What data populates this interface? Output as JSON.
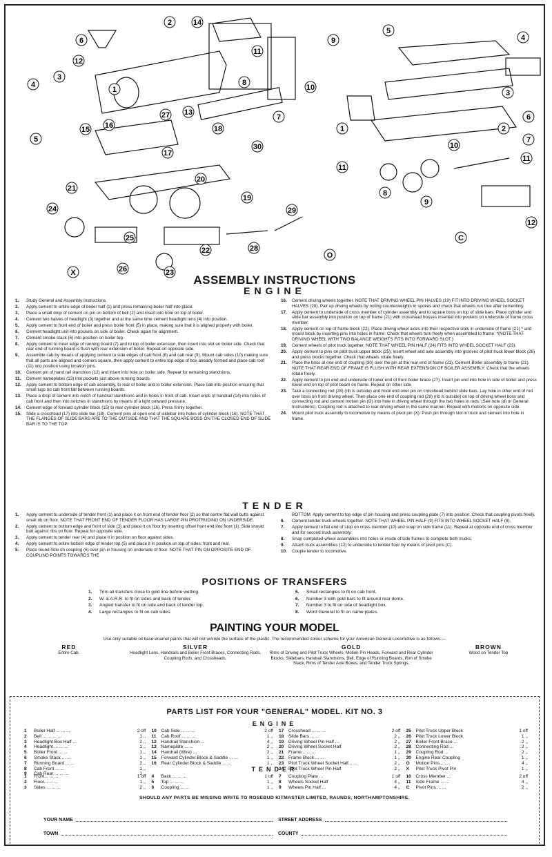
{
  "title": "ASSEMBLY INSTRUCTIONS",
  "engine_heading": "ENGINE",
  "engine_left": [
    {
      "n": "1.",
      "t": "Study General and Assembly Instructions."
    },
    {
      "n": "2.",
      "t": "Apply cement to entire edge of boiler half (1) and press remaining boiler half into place."
    },
    {
      "n": "3.",
      "t": "Place a small drop of cement on pin on bottom of bell (2) and insert into hole on top of boiler."
    },
    {
      "n": "4.",
      "t": "Cement two halves of headlight (3) together and at the same time cement headlight lens (4) into position."
    },
    {
      "n": "5.",
      "t": "Apply cement to front end of boiler and press boiler front (5) in place, making sure that it is aligned properly with boiler."
    },
    {
      "n": "6.",
      "t": "Cement headlight unit into pockets on side of boiler. Check again for alignment."
    },
    {
      "n": "7.",
      "t": "Cement smoke stack (6) into position on boiler top."
    },
    {
      "n": "8.",
      "t": "Apply cement to inner edge of running board (7) and to top of boiler extension, then insert into slot on boiler side. Check that rear end of running board is flush with rear extension of boiler. Repeat on opposite side."
    },
    {
      "n": "9.",
      "t": "Assemble cab by means of applying cement to side edges of cab front (8) and cab rear (9). Mount cab sides (10) making sure that all parts are aligned and corners square, then apply cement to entire top edge of box already formed and place cab roof (11) into position using location pins."
    },
    {
      "n": "10.",
      "t": "Cement pin of hand rail stanchion (12) and insert into hole on boiler side. Repeat for remaining stanchions."
    },
    {
      "n": "11.",
      "t": "Cement nameplates (13) into pockets just above running boards."
    },
    {
      "n": "12.",
      "t": "Apply cement to bottom edge of cab assembly, to rear of boiler and to boiler extension. Place cab into position ensuring that small lugs on cab front fall between running boards."
    },
    {
      "n": "13.",
      "t": "Place a drop of cement into notch of handrail stanchions and in holes in front of cab. Insert ends of handrail (14) into holes of cab front and then into notches in stanchions by means of a light outward pressure."
    },
    {
      "n": "14.",
      "t": "Cement edge of forward cylinder block (15) to rear cylinder block (16). Press firmly together."
    },
    {
      "n": "15.",
      "t": "Slide a crosshead (17) into slide bar (18). Cement pins at open end of slidebar into holes of cylinder block (16). NOTE THAT THE FLANGES OF SLIDE BARS ARE TO THE OUTSIDE AND THAT THE SQUARE BOSS ON THE CLOSED END OF SLIDE BAR IS TO THE TOP."
    }
  ],
  "engine_right": [
    {
      "n": "16.",
      "t": "Cement driving wheels together. NOTE THAT DRIVING WHEEL PIN HALVES (19) FIT INTO DRIVING WHEEL SOCKET HALVES (20). Pair up driving wheels by noting counterweights in spokes and check that wheels run true after cementing."
    },
    {
      "n": "17.",
      "t": "Apply cement to underside of cross member of cylinder assembly and to square boss on top of slide bars. Place cylinder and slide bar assembly into position on top of frame (21) with crosshead bosses inserted into pockets on underside of frame cross member."
    },
    {
      "n": "18.",
      "t": "Apply cement on top of frame block (22). Place driving wheel axles into their respective slots in underside of frame (21) * and mount block by inserting pins into holes in frame. Check that wheels turn freely when assembled to frame. *(NOTE THAT DRIVING WHEEL WITH TWO BALANCE WEIGHTS FITS INTO FORWARD SLOT.)"
    },
    {
      "n": "19.",
      "t": "Cement wheels of pilot truck together. NOTE THAT WHEEL PIN HALF (24) FITS INTO WHEEL SOCKET HALF (23)."
    },
    {
      "n": "20.",
      "t": "Apply cement to pins on pilot truck upper block (25), insert wheel and axle assembly into grooves of pilot truck lower block (26) and press blocks together. Check that wheels rotate freely."
    },
    {
      "n": "21.",
      "t": "Place the boss at one end of coupling (30) over the pin at the rear end of frame (21). Cement Boiler assembly to frame (21). NOTE THAT REAR END OF FRAME IS FLUSH WITH REAR EXTENSION OF BOILER ASSEMBLY: Check that the wheels rotate freely."
    },
    {
      "n": "22.",
      "t": "Apply cement to pin end and underside of lower end of front boiler brace (27). Insert pin end into hole in side of boiler and press lower end on top of pilot beam on frame. Repeat on other side."
    },
    {
      "n": "23.",
      "t": "Take a connecting rod (28) (rib is outside) and hook end over pin on crosshead behind slide bars. Lay hole in other end of rod over boss on front driving wheel. Then place one end of coupling rod (29) (rib is outside) on top of driving wheel boss and connecting rod and cement motion pin (O) into hole in driving wheel through the two holes in rods. (See note (d) or General Instructions). Coupling rod is attached to rear driving wheel in the same manner. Repeat with motions on opposite side."
    },
    {
      "n": "24.",
      "t": "Mount pilot truck assembly to locomotive by means of pivot pin (X). Push pin through slot in truck and cement into hole in frame."
    }
  ],
  "tender_heading": "TENDER",
  "tender_left": [
    {
      "n": "1.",
      "t": "Apply cement to underside of tender front (1) and place it on front end of tender floor (2) so that centre flat wall butts against small rib on floor. NOTE THAT FRONT END OF TENDER FLOOR HAS LARGE PIN PROTRUDING ON UNDERSIDE."
    },
    {
      "n": "2.",
      "t": "Apply cement to bottom edge and front of side (3) and place it on floor by inserting offset front end into front (1). Side should butt against ribs on floor. Repeat for opposite side."
    },
    {
      "n": "3.",
      "t": "Apply cement to tender rear (4) and place it in position on floor against sides."
    },
    {
      "n": "4.",
      "t": "Apply cement to entire bottom edge of tender top (5) and place it in position on top of sides, front and rear."
    },
    {
      "n": "5.",
      "t": "Place round hole on coupling (6) over pin in housing on underside of floor. NOTE THAT PIN ON OPPOSITE END OF COUPLING POINTS TOWARDS THE"
    }
  ],
  "tender_right": [
    {
      "n": "",
      "t": "BOTTOM. Apply cement to top edge of pin housing and press coupling plate (7) into position. Check that coupling pivots freely."
    },
    {
      "n": "6.",
      "t": "Cement tender truck wheels together. NOTE THAT WHEEL PIN HALF (9) FITS INTO WHEEL SOCKET HALF (8)."
    },
    {
      "n": "7.",
      "t": "Apply cement to flat end of stop on cross member (10) and snap on side frame (11). Repeat at opposite end of cross member and for second truck assembly."
    },
    {
      "n": "8.",
      "t": "Snap completed wheel assemblies into holes or inside of side frames to complete both trucks."
    },
    {
      "n": "9.",
      "t": "Attach truck assemblies (12) to underside to tender floor by means of pivot pins (C)."
    },
    {
      "n": "10.",
      "t": "Couple tender to locomotive."
    }
  ],
  "transfers_heading": "POSITIONS OF TRANSFERS",
  "transfers": [
    {
      "n": "1.",
      "t": "Trim all transfers close to gold line before wetting."
    },
    {
      "n": "5.",
      "t": "Small rectangles to fit on cab front."
    },
    {
      "n": "2.",
      "t": "W. & A.R.R. to fit on sides and back of tender."
    },
    {
      "n": "6.",
      "t": "Number 3 with gold bars to fit around rear dome."
    },
    {
      "n": "3.",
      "t": "Angled transfer to fit on side and back of tender top."
    },
    {
      "n": "7.",
      "t": "Number 3 to fit on side of headlight box."
    },
    {
      "n": "4.",
      "t": "Large rectangles to fit on cab sides."
    },
    {
      "n": "8.",
      "t": "Word General to fit on name plates."
    }
  ],
  "painting": {
    "title": "PAINTING YOUR MODEL",
    "intro": "Use only suitable oil base enamel paints that will not wrinkle the surface of the plastic. The recommended colour scheme for your American General Locomotive is as follows:—",
    "colors": [
      {
        "name": "RED",
        "text": "Entire Cab."
      },
      {
        "name": "SILVER",
        "text": "Headlight Lens, Handrails and Boiler Front Braces, Connecting Rods, Coupling Rods, and Crossheads."
      },
      {
        "name": "GOLD",
        "text": "Rims of Driving and Pilot Truck Wheels, Motion Pin Heads, Forward and Rear Cylinder Blocks, Slidebars, Handrail Stanchions, Bell, Edge of Running Boards, Rim of Smoke Stack, Rims of Tender Axle Boxes, and Tender Truck Springs."
      },
      {
        "name": "BROWN",
        "text": "Wood on Tender Top"
      }
    ]
  },
  "parts": {
    "title": "PARTS LIST FOR YOUR \"GENERAL\" MODEL.  KIT NO. 3",
    "engine_heading": "ENGINE",
    "engine": [
      [
        {
          "n": "1",
          "name": "Boiler Half ... ... ...",
          "q": "2 off"
        },
        {
          "n": "2",
          "name": "Bell ... ... ... ...",
          "q": "1 ,,"
        },
        {
          "n": "3",
          "name": "Headlight Box Half ...",
          "q": "2 ,,"
        },
        {
          "n": "4",
          "name": "Headlight ... ... ...",
          "q": "1 ,,"
        },
        {
          "n": "5",
          "name": "Boiler Front ... ...",
          "q": "1 ,,"
        },
        {
          "n": "6",
          "name": "Smoke Stack ... ...",
          "q": "1 ,,"
        },
        {
          "n": "7",
          "name": "Running Board ... ...",
          "q": "2 ,,"
        },
        {
          "n": "8",
          "name": "Cab Front ... ...",
          "q": "1 ,,"
        },
        {
          "n": "9",
          "name": "Cab Rear ... ... ...",
          "q": "1 ,,"
        }
      ],
      [
        {
          "n": "10",
          "name": "Cab Side ... ... ...",
          "q": "2 off"
        },
        {
          "n": "11",
          "name": "Cab Roof ... ... ...",
          "q": "1 ,,"
        },
        {
          "n": "12",
          "name": "Handrail Stanchion ...",
          "q": "4 ,,"
        },
        {
          "n": "13",
          "name": "Nameplate ... ...",
          "q": "2 ,,"
        },
        {
          "n": "14",
          "name": "Handrail (Wire) ...",
          "q": "2 ,,"
        },
        {
          "n": "15",
          "name": "Forward Cylinder Block & Saddle ... ...",
          "q": "1 ,,"
        },
        {
          "n": "16",
          "name": "Rear Cylinder Block & Saddle ... ...",
          "q": "1 ,,"
        }
      ],
      [
        {
          "n": "17",
          "name": "Crosshead ... ... ...",
          "q": "2 off"
        },
        {
          "n": "18",
          "name": "Slide Bars ... ...",
          "q": "2 ,,"
        },
        {
          "n": "19",
          "name": "Driving Wheel Pin Half ...",
          "q": "2 ,,"
        },
        {
          "n": "20",
          "name": "Driving Wheel Socket Half",
          "q": "2 ,,"
        },
        {
          "n": "21",
          "name": "Frame... ... ...",
          "q": "1 ,,"
        },
        {
          "n": "22",
          "name": "Frame Block ... ...",
          "q": "1 ,,"
        },
        {
          "n": "23",
          "name": "Pilot Truck Wheel Socket Half... ...",
          "q": "2 ,,"
        },
        {
          "n": "24",
          "name": "Pilot Truck Wheel Pin Half",
          "q": "2 ,,"
        }
      ],
      [
        {
          "n": "25",
          "name": "Pilot Truck Upper Block",
          "q": "1 off"
        },
        {
          "n": "26",
          "name": "Pilot Truck Lower Block",
          "q": "1 ,,"
        },
        {
          "n": "27",
          "name": "Boiler Front Brace ...",
          "q": "2 ,,"
        },
        {
          "n": "28",
          "name": "Connecting Rod ...",
          "q": "2 ,,"
        },
        {
          "n": "29",
          "name": "Coupling Rod ...",
          "q": "2 ,,"
        },
        {
          "n": "30",
          "name": "Engine Rear Coupling",
          "q": "1 ,,"
        },
        {
          "n": "O",
          "name": "Motion Pins... ...",
          "q": "4 ,,"
        },
        {
          "n": "X",
          "name": "Pilot Truck Pivot Pin",
          "q": "1 ,,"
        }
      ]
    ],
    "tender_heading": "TENDER",
    "tender": [
      [
        {
          "n": "1",
          "name": "Front... ... ...",
          "q": "1 off"
        },
        {
          "n": "2",
          "name": "Floor... ... ...",
          "q": "1 ,,"
        },
        {
          "n": "3",
          "name": "Sides ... ... ...",
          "q": "2 ,,"
        }
      ],
      [
        {
          "n": "4",
          "name": "Back ... ... ...",
          "q": "1 off"
        },
        {
          "n": "5",
          "name": "Top ... ... ...",
          "q": "1 ,,"
        },
        {
          "n": "6",
          "name": "Coupling ... ...",
          "q": "1 ,,"
        }
      ],
      [
        {
          "n": "7",
          "name": "Coupling Plate ...",
          "q": "1 off"
        },
        {
          "n": "8",
          "name": "Wheels Socket Half",
          "q": "4 ,,"
        },
        {
          "n": "9",
          "name": "Wheels Pin Half ...",
          "q": "4 ,,"
        }
      ],
      [
        {
          "n": "10",
          "name": "Cross Member ...",
          "q": "2 off"
        },
        {
          "n": "11",
          "name": "Side Frame ... ...",
          "q": "4 ,,"
        },
        {
          "n": "C",
          "name": "Pivot Pins ... ...",
          "q": "2 ,,"
        }
      ]
    ],
    "missing": "SHOULD ANY PARTS BE MISSING WRITE TO ROSEBUD KITMASTER LIMITED, RAUNDS, NORTHAMPTONSHIRE.",
    "your_name": "YOUR NAME",
    "street": "STREET ADDRESS",
    "town": "TOWN",
    "county": "COUNTY"
  },
  "diagram_labels": {
    "engine": [
      "1",
      "2",
      "3",
      "4",
      "5",
      "6",
      "7",
      "8",
      "9",
      "10",
      "11",
      "12",
      "13",
      "14",
      "15",
      "16",
      "17",
      "18",
      "19",
      "20",
      "21",
      "22",
      "23",
      "24",
      "25",
      "26",
      "27",
      "28",
      "29",
      "30",
      "O",
      "X"
    ],
    "tender": [
      "1",
      "2",
      "3",
      "4",
      "5",
      "6",
      "7",
      "8",
      "9",
      "10",
      "11",
      "12",
      "C"
    ]
  }
}
